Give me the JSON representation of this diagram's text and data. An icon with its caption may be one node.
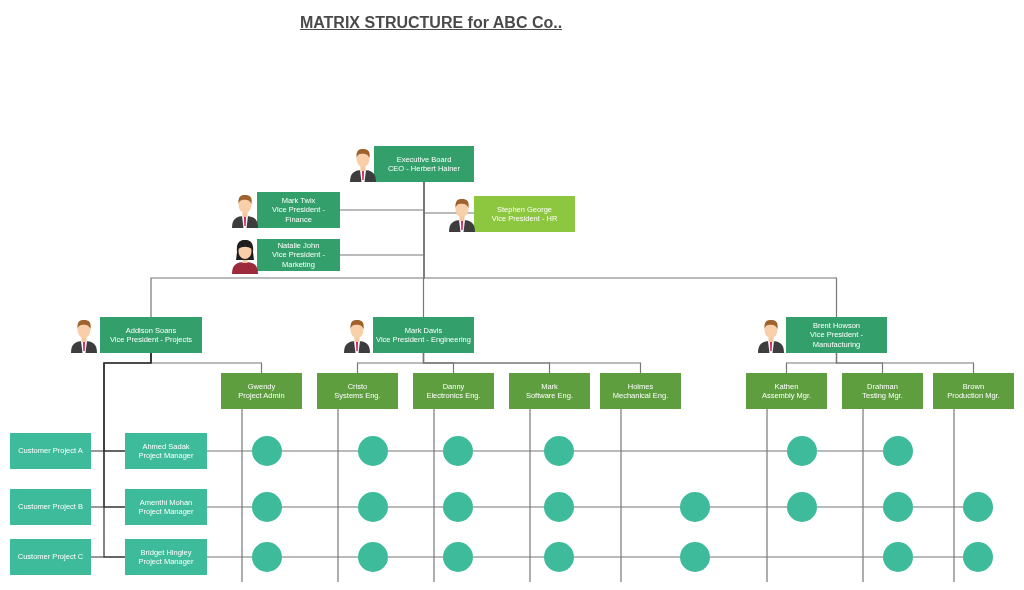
{
  "diagram": {
    "title": "MATRIX STRUCTURE for ABC Co..",
    "nodes": [
      {
        "text": [
          "Executive Board",
          "CEO - Herbert Hainer"
        ]
      },
      {
        "text": [
          "Mark Twix",
          "Vice President - Finance"
        ]
      },
      {
        "text": [
          "Stephen George",
          "Vice President - HR"
        ]
      },
      {
        "text": [
          "Natalie John",
          "Vice President - Marketing"
        ]
      },
      {
        "text": [
          "Addison Soans",
          "Vice President - Projects"
        ]
      },
      {
        "text": [
          "Mark Davis",
          "Vice President - Engineering"
        ]
      },
      {
        "text": [
          "Brent Howson",
          "Vice President - Manufacturing"
        ]
      },
      {
        "text": [
          "Gwendy",
          "Project Admin"
        ]
      },
      {
        "text": [
          "Cristo",
          "Systems Eng."
        ]
      },
      {
        "text": [
          "Danny",
          "Electronics Eng."
        ]
      },
      {
        "text": [
          "Mark",
          "Software Eng."
        ]
      },
      {
        "text": [
          "Holmes",
          "Mechanical Eng."
        ]
      },
      {
        "text": [
          "Kathen",
          "Assembly Mgr."
        ]
      },
      {
        "text": [
          "Drahman",
          "Testing Mgr."
        ]
      },
      {
        "text": [
          "Brown",
          "Production Mgr."
        ]
      },
      {
        "text": [
          "Customer Project A"
        ]
      },
      {
        "text": [
          "Ahmed Sadak",
          "Project Manager"
        ]
      },
      {
        "text": [
          "Customer Project B"
        ]
      },
      {
        "text": [
          "Amenthi Mohan",
          "Project Manager"
        ]
      },
      {
        "text": [
          "Customer Project C"
        ]
      },
      {
        "text": [
          "Bridget Hingley",
          "Project Manager"
        ]
      },
      {
        "text": [],
        "shape": "circle"
      },
      {
        "text": [],
        "shape": "circle"
      },
      {
        "text": [],
        "shape": "circle"
      },
      {
        "text": [],
        "shape": "circle"
      },
      {
        "text": [],
        "shape": "circle"
      },
      {
        "text": [],
        "shape": "circle"
      },
      {
        "text": [],
        "shape": "circle"
      },
      {
        "text": [],
        "shape": "circle"
      },
      {
        "text": [],
        "shape": "circle"
      },
      {
        "text": [],
        "shape": "circle"
      },
      {
        "text": [],
        "shape": "circle"
      },
      {
        "text": [],
        "shape": "circle"
      },
      {
        "text": [],
        "shape": "circle"
      },
      {
        "text": [],
        "shape": "circle"
      },
      {
        "text": [],
        "shape": "circle"
      },
      {
        "text": [],
        "shape": "circle"
      },
      {
        "text": [],
        "shape": "circle"
      },
      {
        "text": [],
        "shape": "circle"
      },
      {
        "text": [],
        "shape": "circle"
      },
      {
        "text": [],
        "shape": "circle"
      },
      {
        "text": [],
        "shape": "circle"
      }
    ],
    "edges": [
      {
        "from": 0,
        "to": 1,
        "arrow": "none"
      },
      {
        "from": 0,
        "to": 2,
        "arrow": "none"
      },
      {
        "from": 0,
        "to": 3,
        "arrow": "none"
      },
      {
        "from": 0,
        "to": 4,
        "arrow": "none"
      },
      {
        "from": 0,
        "to": 5,
        "arrow": "none"
      },
      {
        "from": 0,
        "to": 6,
        "arrow": "none"
      },
      {
        "from": 4,
        "to": 7,
        "arrow": "none"
      },
      {
        "from": 5,
        "to": 8,
        "arrow": "none"
      },
      {
        "from": 5,
        "to": 9,
        "arrow": "none"
      },
      {
        "from": 5,
        "to": 10,
        "arrow": "none"
      },
      {
        "from": 5,
        "to": 11,
        "arrow": "none"
      },
      {
        "from": 6,
        "to": 12,
        "arrow": "none"
      },
      {
        "from": 6,
        "to": 13,
        "arrow": "none"
      },
      {
        "from": 6,
        "to": 14,
        "arrow": "none"
      },
      {
        "from": 4,
        "to": 16,
        "arrow": "none",
        "color": "#333333"
      },
      {
        "from": 4,
        "to": 18,
        "arrow": "none",
        "color": "#333333"
      },
      {
        "from": 4,
        "to": 20,
        "arrow": "none",
        "color": "#333333"
      },
      {
        "from": 15,
        "to": 16,
        "arrow": "none",
        "color": "#333333"
      },
      {
        "from": 17,
        "to": 18,
        "arrow": "none",
        "color": "#333333"
      },
      {
        "from": 19,
        "to": 20,
        "arrow": "none",
        "color": "#333333"
      },
      {
        "from": 16,
        "to": 21,
        "arrow": "none"
      },
      {
        "from": 21,
        "to": 22,
        "arrow": "none"
      },
      {
        "from": 22,
        "to": 23,
        "arrow": "none"
      },
      {
        "from": 23,
        "to": 24,
        "arrow": "none"
      },
      {
        "from": 24,
        "to": 25,
        "arrow": "none"
      },
      {
        "from": 25,
        "to": 26,
        "arrow": "none"
      },
      {
        "from": 18,
        "to": 27,
        "arrow": "none"
      },
      {
        "from": 27,
        "to": 28,
        "arrow": "none"
      },
      {
        "from": 28,
        "to": 29,
        "arrow": "none"
      },
      {
        "from": 29,
        "to": 30,
        "arrow": "none"
      },
      {
        "from": 30,
        "to": 31,
        "arrow": "none"
      },
      {
        "from": 31,
        "to": 32,
        "arrow": "none"
      },
      {
        "from": 32,
        "to": 33,
        "arrow": "none"
      },
      {
        "from": 33,
        "to": 34,
        "arrow": "none"
      },
      {
        "from": 20,
        "to": 35,
        "arrow": "none"
      },
      {
        "from": 35,
        "to": 36,
        "arrow": "none"
      },
      {
        "from": 36,
        "to": 37,
        "arrow": "none"
      },
      {
        "from": 37,
        "to": 38,
        "arrow": "none"
      },
      {
        "from": 38,
        "to": 39,
        "arrow": "none"
      },
      {
        "from": 39,
        "to": 40,
        "arrow": "none"
      },
      {
        "from": 40,
        "to": 41,
        "arrow": "none"
      },
      {
        "from": 7,
        "to": null,
        "arrow": "none"
      },
      {
        "from": 8,
        "to": null,
        "arrow": "none"
      },
      {
        "from": 9,
        "to": null,
        "arrow": "none"
      },
      {
        "from": 10,
        "to": null,
        "arrow": "none"
      },
      {
        "from": 11,
        "to": null,
        "arrow": "none"
      },
      {
        "from": 12,
        "to": null,
        "arrow": "none"
      },
      {
        "from": 13,
        "to": null,
        "arrow": "none"
      },
      {
        "from": 14,
        "to": null,
        "arrow": "none"
      }
    ]
  }
}
